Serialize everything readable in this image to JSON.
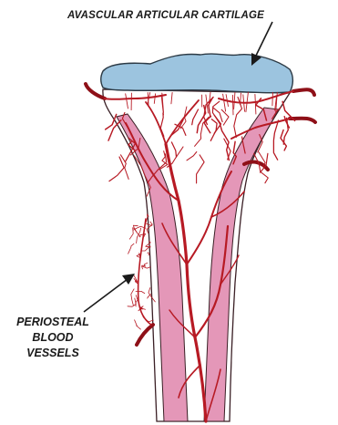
{
  "labels": {
    "cartilage": "AVASCULAR ARTICULAR CARTILAGE",
    "periosteal": [
      "PERIOSTEAL",
      "BLOOD",
      "VESSELS"
    ]
  },
  "colors": {
    "cartilage_fill": "#9cc4df",
    "cortex_fill": "#e497b8",
    "vessel": "#b71a24",
    "vessel_dark": "#8e1018",
    "outline": "#3a1f25"
  }
}
